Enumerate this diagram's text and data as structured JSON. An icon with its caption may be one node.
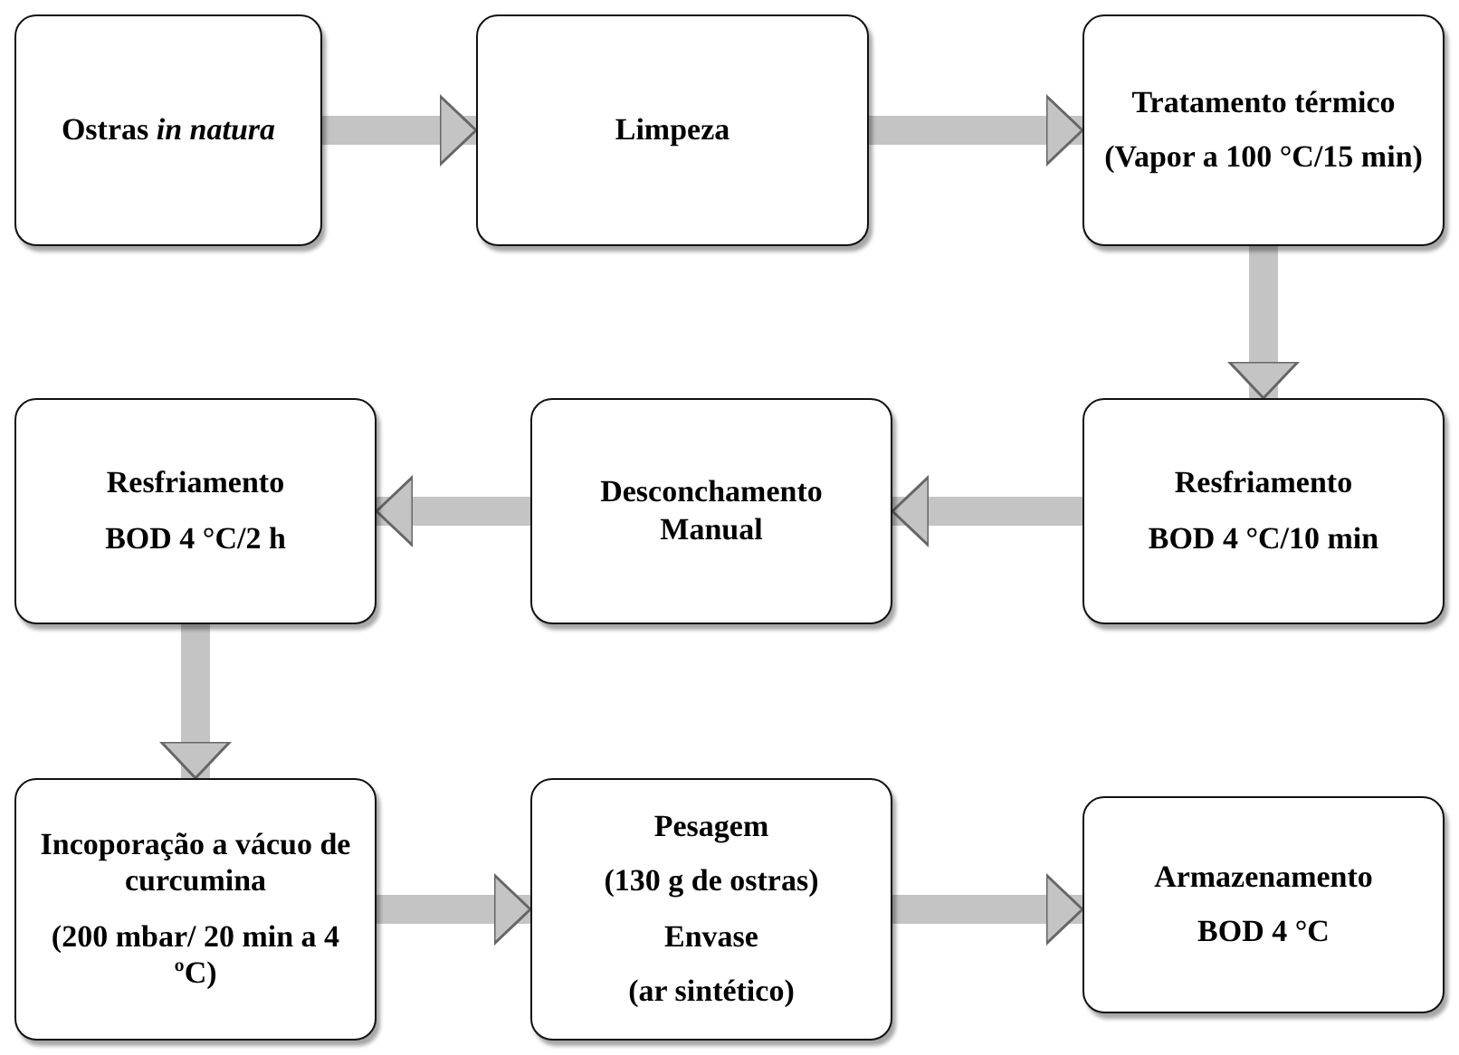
{
  "diagram": {
    "nodes": [
      {
        "text": [
          "Ostras *in natura*"
        ]
      },
      {
        "text": [
          "Limpeza"
        ]
      },
      {
        "text": [
          "Tratamento térmico",
          "(Vapor a 100 °C/15 min)"
        ]
      },
      {
        "text": [
          "Resfriamento",
          "BOD 4 °C/10 min"
        ]
      },
      {
        "text": [
          "Desconchamento Manual"
        ]
      },
      {
        "text": [
          "Resfriamento",
          "BOD 4 °C/2 h"
        ]
      },
      {
        "text": [
          "Incoporação a vácuo de curcumina",
          "(200 mbar/ 20 min a 4 ºC)"
        ]
      },
      {
        "text": [
          "Pesagem",
          "(130 g de ostras)",
          "Envase",
          "(ar sintético)"
        ]
      },
      {
        "text": [
          "Armazenamento",
          "BOD 4 °C"
        ]
      }
    ],
    "edges": [
      {
        "from": 0,
        "to": 1,
        "arrow": "to"
      },
      {
        "from": 1,
        "to": 2,
        "arrow": "to"
      },
      {
        "from": 2,
        "to": 3,
        "arrow": "to"
      },
      {
        "from": 3,
        "to": 4,
        "arrow": "to"
      },
      {
        "from": 4,
        "to": 5,
        "arrow": "to"
      },
      {
        "from": 5,
        "to": 6,
        "arrow": "to"
      },
      {
        "from": 6,
        "to": 7,
        "arrow": "to"
      },
      {
        "from": 7,
        "to": 8,
        "arrow": "to"
      }
    ]
  }
}
